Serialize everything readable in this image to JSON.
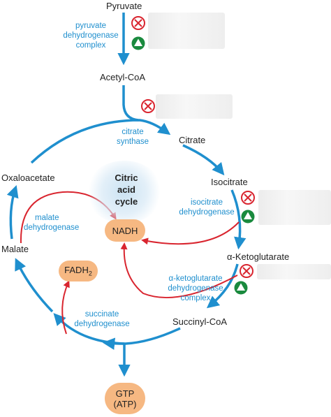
{
  "metabolites": {
    "pyruvate": "Pyruvate",
    "acetyl_coa": "Acetyl-CoA",
    "citrate": "Citrate",
    "isocitrate": "Isocitrate",
    "alpha_ketoglutarate": "α-Ketoglutarate",
    "succinyl_coa": "Succinyl-CoA",
    "malate": "Malate",
    "oxaloacetate": "Oxaloacetate"
  },
  "enzymes": {
    "pdh_line1": "pyruvate",
    "pdh_line2": "dehydrogenase",
    "pdh_line3": "complex",
    "cs_line1": "citrate",
    "cs_line2": "synthase",
    "idh_line1": "isocitrate",
    "idh_line2": "dehydrogenase",
    "akgdh_line1": "α-ketoglutarate",
    "akgdh_line2": "dehydrogenase",
    "akgdh_line3": "complex",
    "sdh_line1": "succinate",
    "sdh_line2": "dehydrogenase",
    "mdh_line1": "malate",
    "mdh_line2": "dehydrogenase"
  },
  "center": {
    "line1": "Citric",
    "line2": "acid",
    "line3": "cycle"
  },
  "cofactors": {
    "nadh": "NADH",
    "fadh2_base": "FADH",
    "fadh2_sub": "2",
    "gtp": "GTP",
    "atp": "(ATP)"
  },
  "colors": {
    "cycle_blue": "#1f8fce",
    "feedback_red": "#d9252f",
    "inhibit_red": "#d9252f",
    "activate_green": "#1a8a3e",
    "cofactor_orange": "#f6b882"
  },
  "regulation_icons": [
    "inhibitor-icon",
    "activator-icon"
  ]
}
